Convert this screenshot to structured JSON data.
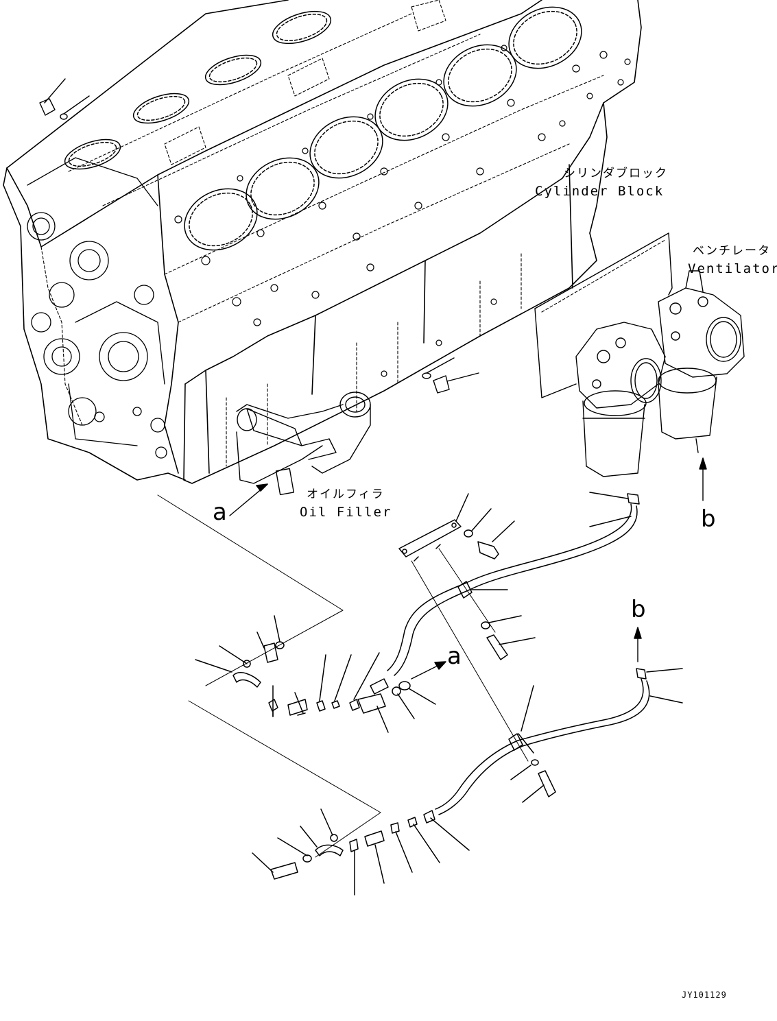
{
  "labels": {
    "cylinder_block_jp": "シリンダブロック",
    "cylinder_block_en": "Cylinder Block",
    "ventilator_jp": "ベンチレータ",
    "ventilator_en": "Ventilator",
    "oil_filler_jp": "オイルフィラ",
    "oil_filler_en": "Oil Filler"
  },
  "refs": {
    "a1": "a",
    "a2": "a",
    "b1": "b",
    "b2": "b"
  },
  "drawing_code": "JY101129",
  "colors": {
    "line": "#000000",
    "background": "#ffffff"
  }
}
